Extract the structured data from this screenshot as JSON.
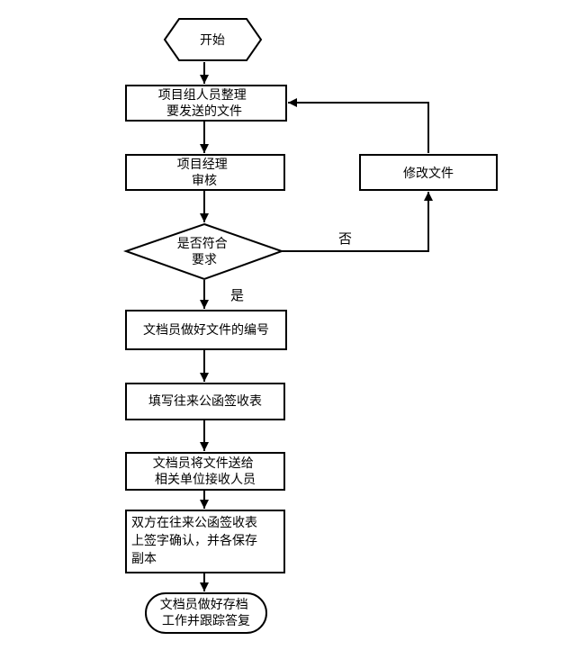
{
  "diagram": {
    "nodes": [
      {
        "id": "start",
        "lines": [
          "开始"
        ]
      },
      {
        "id": "organize",
        "lines": [
          "项目组人员整理",
          "要发送的文件"
        ]
      },
      {
        "id": "review",
        "lines": [
          "项目经理",
          "审核"
        ]
      },
      {
        "id": "decision",
        "lines": [
          "是否符合",
          "要求"
        ]
      },
      {
        "id": "modify",
        "lines": [
          "修改文件"
        ]
      },
      {
        "id": "number",
        "lines": [
          "文档员做好文件的编号"
        ]
      },
      {
        "id": "form",
        "lines": [
          "填写往来公函签收表"
        ]
      },
      {
        "id": "deliver",
        "lines": [
          "文档员将文件送给",
          "相关单位接收人员"
        ]
      },
      {
        "id": "confirm",
        "lines": [
          "双方在往来公函签收表",
          "上签字确认，并各保存",
          "副本"
        ]
      },
      {
        "id": "archive",
        "lines": [
          "文档员做好存档",
          "工作并跟踪答复"
        ]
      }
    ],
    "edges": [
      {
        "from": "start",
        "to": "organize",
        "label": ""
      },
      {
        "from": "organize",
        "to": "review",
        "label": ""
      },
      {
        "from": "review",
        "to": "decision",
        "label": ""
      },
      {
        "from": "decision",
        "to": "number",
        "label": "是"
      },
      {
        "from": "decision",
        "to": "modify",
        "label": "否"
      },
      {
        "from": "modify",
        "to": "organize",
        "label": ""
      },
      {
        "from": "number",
        "to": "form",
        "label": ""
      },
      {
        "from": "form",
        "to": "deliver",
        "label": ""
      },
      {
        "from": "deliver",
        "to": "confirm",
        "label": ""
      },
      {
        "from": "confirm",
        "to": "archive",
        "label": ""
      }
    ]
  }
}
